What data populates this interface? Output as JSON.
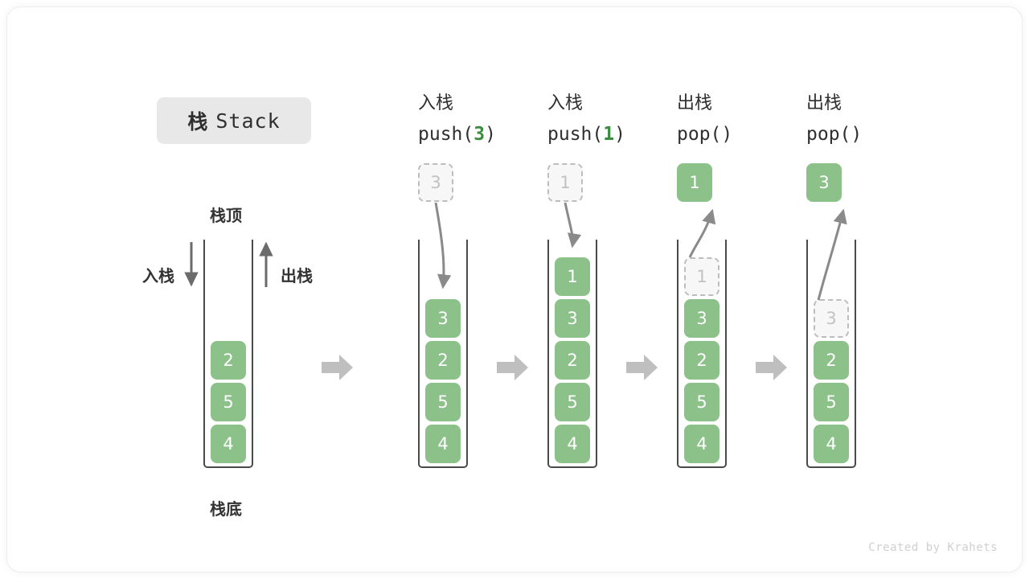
{
  "diagram": {
    "title_cn": "栈",
    "title_en": "Stack",
    "credit": "Created by Krahets"
  },
  "base_stack": {
    "top_label": "栈顶",
    "bottom_label": "栈底",
    "push_label": "入栈",
    "pop_label": "出栈",
    "elements": [
      "2",
      "5",
      "4"
    ]
  },
  "steps": [
    {
      "header_cn": "入栈",
      "op_prefix": "push(",
      "op_arg": "3",
      "op_suffix": ")",
      "floating": {
        "value": "3",
        "state": "ghost"
      },
      "arrow_dir": "down",
      "elements": [
        {
          "value": "3",
          "state": "filled"
        },
        {
          "value": "2",
          "state": "filled"
        },
        {
          "value": "5",
          "state": "filled"
        },
        {
          "value": "4",
          "state": "filled"
        }
      ]
    },
    {
      "header_cn": "入栈",
      "op_prefix": "push(",
      "op_arg": "1",
      "op_suffix": ")",
      "floating": {
        "value": "1",
        "state": "ghost"
      },
      "arrow_dir": "down",
      "elements": [
        {
          "value": "1",
          "state": "filled"
        },
        {
          "value": "3",
          "state": "filled"
        },
        {
          "value": "2",
          "state": "filled"
        },
        {
          "value": "5",
          "state": "filled"
        },
        {
          "value": "4",
          "state": "filled"
        }
      ]
    },
    {
      "header_cn": "出栈",
      "op_prefix": "pop(",
      "op_arg": "",
      "op_suffix": ")",
      "floating": {
        "value": "1",
        "state": "filled"
      },
      "arrow_dir": "up",
      "elements": [
        {
          "value": "1",
          "state": "ghost"
        },
        {
          "value": "3",
          "state": "filled"
        },
        {
          "value": "2",
          "state": "filled"
        },
        {
          "value": "5",
          "state": "filled"
        },
        {
          "value": "4",
          "state": "filled"
        }
      ]
    },
    {
      "header_cn": "出栈",
      "op_prefix": "pop(",
      "op_arg": "",
      "op_suffix": ")",
      "floating": {
        "value": "3",
        "state": "filled"
      },
      "arrow_dir": "up",
      "elements": [
        {
          "value": "3",
          "state": "ghost"
        },
        {
          "value": "2",
          "state": "filled"
        },
        {
          "value": "5",
          "state": "filled"
        },
        {
          "value": "4",
          "state": "filled"
        }
      ]
    }
  ],
  "separators": [
    "arrow-right-icon",
    "arrow-right-icon",
    "arrow-right-icon",
    "arrow-right-icon"
  ],
  "colors": {
    "element_green": "#8cc189",
    "accent_green": "#3c8c3f",
    "ghost_border": "#bdbdbd",
    "stack_outline": "#4a4a4a",
    "separator_gray": "#bfbfbf",
    "badge_gray": "#e8e8e8"
  }
}
